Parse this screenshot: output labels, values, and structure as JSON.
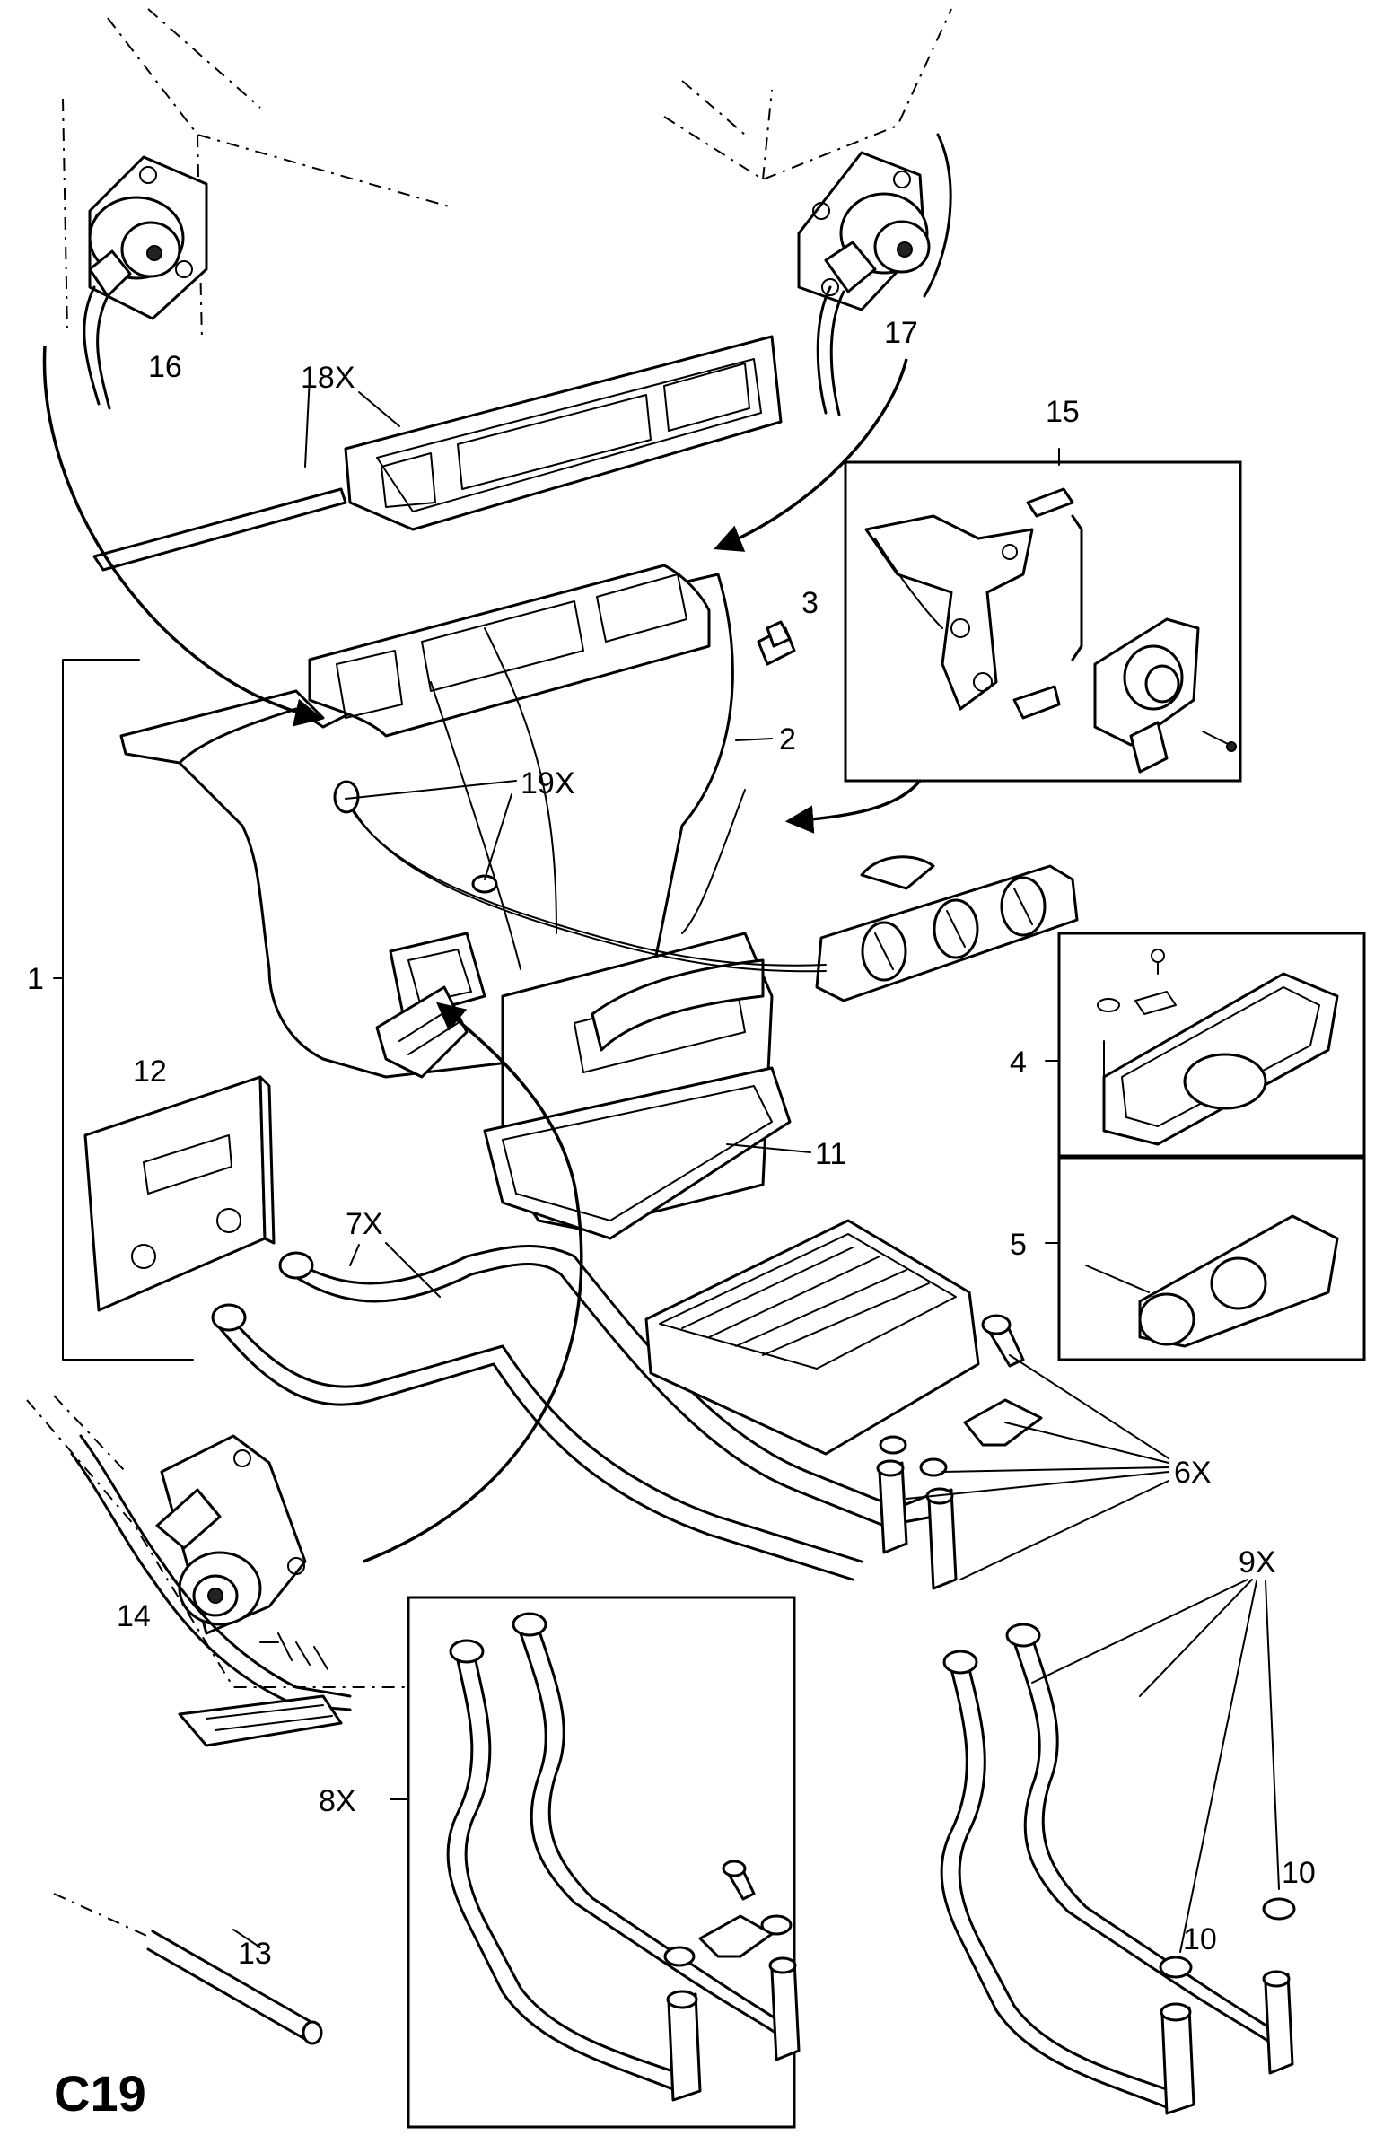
{
  "diagram": {
    "code": "C19",
    "labels": {
      "p1": "1",
      "p2": "2",
      "p3": "3",
      "p4": "4",
      "p5": "5",
      "p6": "6X",
      "p7": "7X",
      "p8": "8X",
      "p9": "9X",
      "p10a": "10",
      "p10b": "10",
      "p11": "11",
      "p12": "12",
      "p13": "13",
      "p14": "14",
      "p15": "15",
      "p16": "16",
      "p17": "17",
      "p18": "18X",
      "p19": "19X"
    }
  }
}
